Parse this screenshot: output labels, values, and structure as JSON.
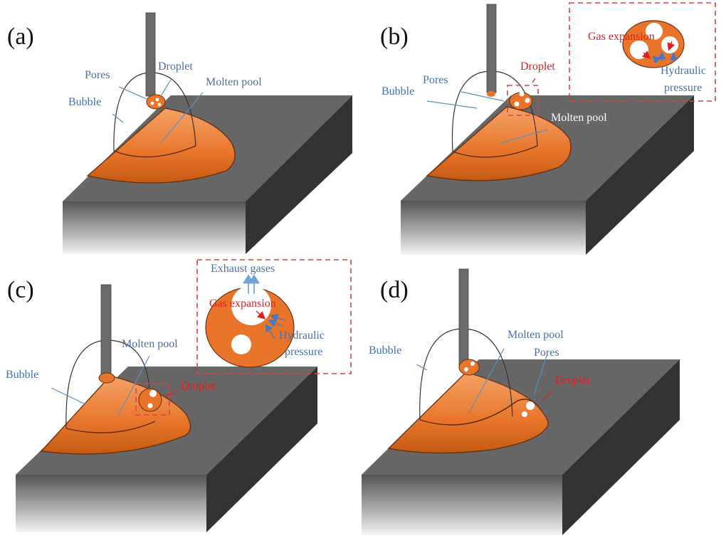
{
  "figure": {
    "colors": {
      "molten_pool": "#e8752a",
      "plate_top": "#676767",
      "plate_side": "#333333",
      "label_blue": "#4a6fae",
      "label_red": "#e02020",
      "pore": "#ffffff",
      "electrode": "#6a6a6a"
    },
    "panels": [
      {
        "id": "a",
        "label": "(a)",
        "labels": {
          "pores": "Pores",
          "droplet": "Droplet",
          "molten_pool": "Molten pool",
          "bubble": "Bubble"
        }
      },
      {
        "id": "b",
        "label": "(b)",
        "labels": {
          "pores": "Pores",
          "droplet": "Droplet",
          "molten_pool": "Molten pool",
          "bubble": "Bubble"
        },
        "inset": {
          "gas_expansion": "Gas expansion",
          "hydraulic_1": "Hydraulic",
          "hydraulic_2": "pressure"
        }
      },
      {
        "id": "c",
        "label": "(c)",
        "labels": {
          "molten_pool": "Molten pool",
          "droplet": "Droplet",
          "bubble": "Bubble"
        },
        "inset": {
          "exhaust": "Exhaust gases",
          "gas_expansion": "Gas expansion",
          "hydraulic_1": "Hydraulic",
          "hydraulic_2": "pressure"
        }
      },
      {
        "id": "d",
        "label": "(d)",
        "labels": {
          "molten_pool": "Molten pool",
          "pores": "Pores",
          "droplet": "Droplet",
          "bubble": "Bubble"
        }
      }
    ]
  }
}
